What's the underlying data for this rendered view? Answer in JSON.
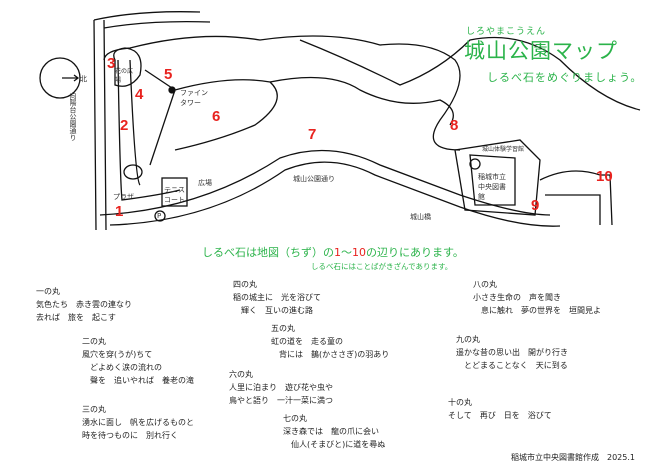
{
  "header": {
    "ruby": "しろやまこうえん",
    "title": "城山公園マップ",
    "subtitle": "しるべ石をめぐりましょう。"
  },
  "map": {
    "markers": [
      "1",
      "2",
      "3",
      "4",
      "5",
      "6",
      "7",
      "8",
      "9",
      "10"
    ],
    "labels": {
      "north": "北",
      "road_west": "向陽台公園通り",
      "flower_plaza": "花の広場",
      "fine_tower": "ファインタワー",
      "plaza": "広場",
      "tennis": "テニスコート",
      "plaza_entrance": "プラザ",
      "parking": "P",
      "road_south": "城山公園通り",
      "bridge": "城山橋",
      "hall": "城山体験学習館",
      "library": "稲城市立中央図書館"
    }
  },
  "notes": {
    "main_pre": "しるべ石は地図（ちず）の",
    "main_from": "1",
    "main_tilde": "〜",
    "main_to": "10",
    "main_post": "の辺りにあります。",
    "sub": "しるべ石にはことばがきざんであります。"
  },
  "poems": [
    {
      "title": "一の丸",
      "lines": [
        "気色たち　赤き雲の連なり",
        "去れば　旅を　起こす"
      ]
    },
    {
      "title": "二の丸",
      "lines": [
        "風穴を穿(うが)ちて",
        "　どよめく涙の流れの",
        "　聲を　追いやれば　養老の滝"
      ]
    },
    {
      "title": "三の丸",
      "lines": [
        "湧水に面し　帆を広げるものと",
        "時を待つものに　別れ行く"
      ]
    },
    {
      "title": "四の丸",
      "lines": [
        "稲の城主に　光を浴びて",
        "　輝く　互いの進む路"
      ]
    },
    {
      "title": "五の丸",
      "lines": [
        "虹の道を　走る童の",
        "　背には　鵲(かささぎ)の羽あり"
      ]
    },
    {
      "title": "六の丸",
      "lines": [
        "人里に泊まり　遊び花や虫や",
        "鳥やと語り　一汁一菜に満つ"
      ]
    },
    {
      "title": "七の丸",
      "lines": [
        "深き森では　龍の爪に会い",
        "　仙人(そまびと)に道を尋ぬ"
      ]
    },
    {
      "title": "八の丸",
      "lines": [
        "小さき生命の　声を聞き",
        "　息に触れ　夢の世界を　垣間見よ"
      ]
    },
    {
      "title": "九の丸",
      "lines": [
        "遥かな昔の思い出　開がり行き",
        "　とどまることなく　天に到る"
      ]
    },
    {
      "title": "十の丸",
      "lines": [
        "そして　再び　日を　浴びて"
      ]
    }
  ],
  "footer": "稲城市立中央図書館作成　2025.1"
}
